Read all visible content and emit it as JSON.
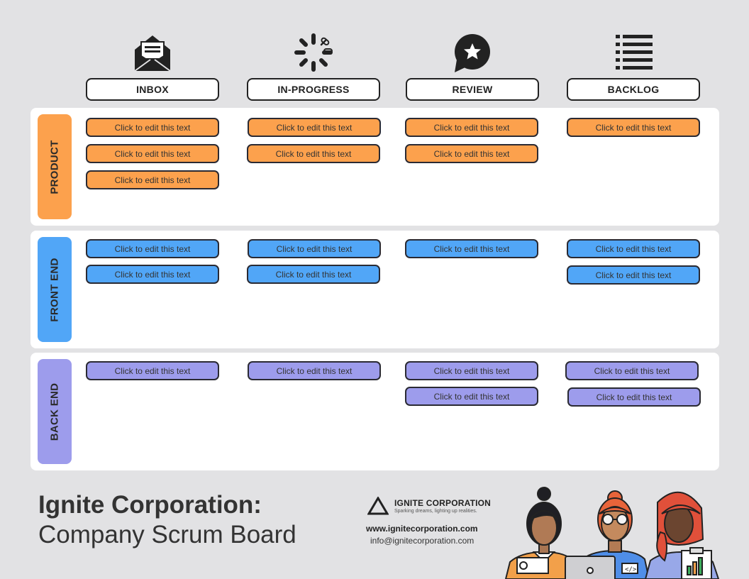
{
  "columns": [
    {
      "label": "INBOX",
      "icon": "envelope-icon"
    },
    {
      "label": "IN-PROGRESS",
      "icon": "loading-spinner-icon"
    },
    {
      "label": "REVIEW",
      "icon": "star-speech-bubble-icon"
    },
    {
      "label": "BACKLOG",
      "icon": "list-icon"
    }
  ],
  "lanes": [
    {
      "label": "PRODUCT",
      "color": "#fca14d",
      "cards": {
        "inbox": [
          "Click to edit this text",
          "Click to edit this text",
          "Click to edit this text"
        ],
        "in_progress": [
          "Click to edit this text",
          "Click to edit this text"
        ],
        "review": [
          "Click to edit this text",
          "Click to edit this text"
        ],
        "backlog": [
          "Click to edit this text"
        ]
      }
    },
    {
      "label": "FRONT END",
      "color": "#51a6f7",
      "cards": {
        "inbox": [
          "Click to edit this text",
          "Click to edit this text"
        ],
        "in_progress": [
          "Click to edit this text",
          "Click to edit this text"
        ],
        "review": [
          "Click to edit this text"
        ],
        "backlog": [
          "Click to edit this text",
          "Click to edit this text"
        ]
      }
    },
    {
      "label": "BACK END",
      "color": "#9d9cec",
      "cards": {
        "inbox": [
          "Click to edit this text"
        ],
        "in_progress": [
          "Click to edit this text"
        ],
        "review": [
          "Click to edit this text",
          "Click to edit this text"
        ],
        "backlog": [
          "Click to edit this text",
          "Click to edit this text"
        ]
      }
    }
  ],
  "footer": {
    "title_bold": "Ignite Corporation:",
    "title_regular": "Company Scrum Board",
    "company_name": "IGNITE CORPORATION",
    "tagline": "Sparking dreams, lighting up realities.",
    "website": "www.ignitecorporation.com",
    "email": "info@ignitecorporation.com"
  }
}
